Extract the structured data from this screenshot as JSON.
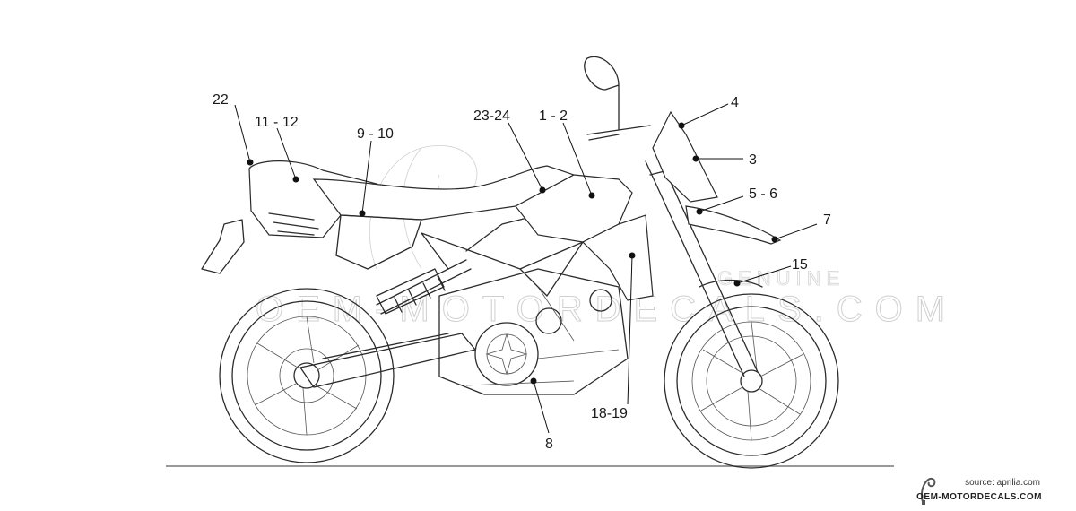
{
  "diagram": {
    "callouts": [
      {
        "id": "c22",
        "label": "22"
      },
      {
        "id": "c11",
        "label": "11 - 12"
      },
      {
        "id": "c9",
        "label": "9 - 10"
      },
      {
        "id": "c23",
        "label": "23-24"
      },
      {
        "id": "c1",
        "label": "1 - 2"
      },
      {
        "id": "c4",
        "label": "4"
      },
      {
        "id": "c3",
        "label": "3"
      },
      {
        "id": "c5",
        "label": "5 - 6"
      },
      {
        "id": "c7",
        "label": "7"
      },
      {
        "id": "c15",
        "label": "15"
      },
      {
        "id": "c18",
        "label": "18-19"
      },
      {
        "id": "c8",
        "label": "8"
      }
    ]
  },
  "watermark": {
    "text_top": "GENUINE",
    "text_main": "OEM-MOTORDECALS.COM"
  },
  "footer": {
    "source": "source: aprilia.com",
    "brand": "OEM-MOTORDECALS.COM"
  },
  "colors": {
    "ink": "#2b2b2b",
    "watermark": "#cfcfcf",
    "background": "#ffffff"
  }
}
